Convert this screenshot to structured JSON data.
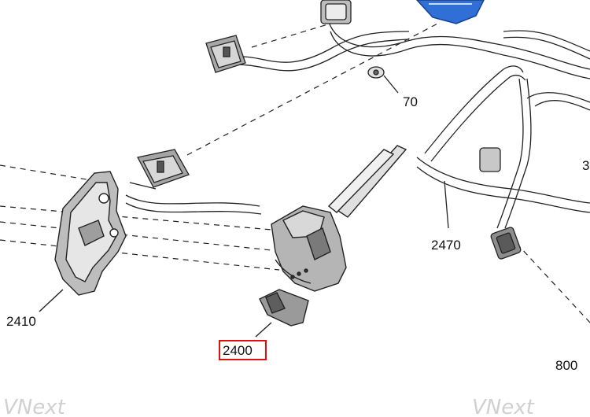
{
  "callouts": {
    "c2400": "2400",
    "c2410": "2410",
    "c2470": "2470",
    "c70": "70",
    "c800": "800",
    "c3": "3"
  },
  "watermark": "VNext",
  "colors": {
    "line": "#222222",
    "highlight": "#e01010",
    "part_fill": "#9a9a9a",
    "part_dark": "#555555",
    "accent_blue": "#2f6fd6"
  }
}
